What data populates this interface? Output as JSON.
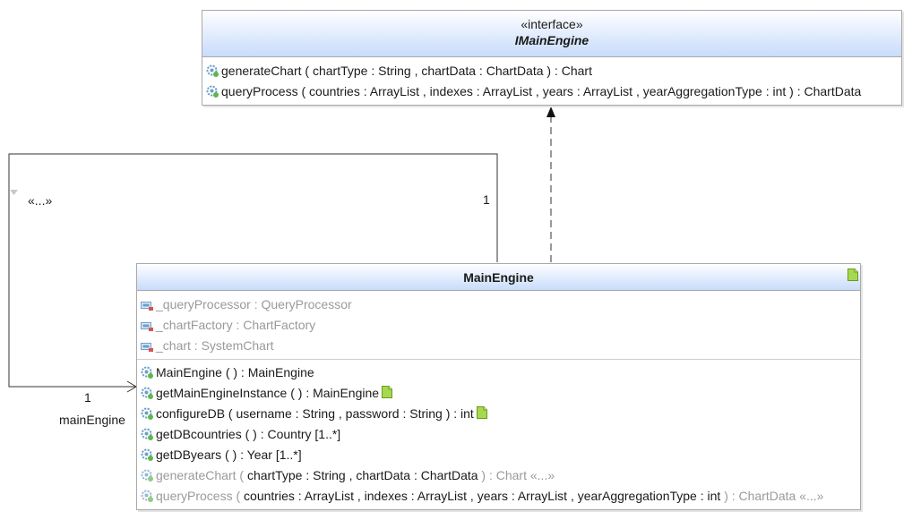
{
  "interface": {
    "stereotype": "«interface»",
    "name": "IMainEngine",
    "operations": [
      {
        "name": "generateChart",
        "signature": " ( chartType : String , chartData : ChartData ) :  Chart"
      },
      {
        "name": "queryProcess",
        "signature": " ( countries : ArrayList , indexes : ArrayList , years : ArrayList , yearAggregationType : int ) :  ChartData"
      }
    ]
  },
  "main_class": {
    "name": "MainEngine",
    "attributes": [
      "_queryProcessor : QueryProcessor",
      "_chartFactory : ChartFactory",
      "_chart : SystemChart"
    ],
    "operations": [
      {
        "name": "MainEngine",
        "signature": " ( ) :  MainEngine"
      },
      {
        "name": "getMainEngineInstance",
        "signature": " ( ) :  MainEngine"
      },
      {
        "name": "configureDB",
        "signature": " ( username : String , password : String ) :  int"
      },
      {
        "name": "getDBcountries",
        "signature": " ( ) :  Country [1..*]"
      },
      {
        "name": "getDByears",
        "signature": " ( ) :  Year [1..*]"
      },
      {
        "name": "generateChart",
        "open": " (",
        "params": " chartType : String , chartData : ChartData ",
        "close": ") :  Chart «...»"
      },
      {
        "name": "queryProcess",
        "open": " (",
        "params": " countries : ArrayList , indexes : ArrayList , years : ArrayList , yearAggregationType : int ",
        "close": ") :  ChartData «...»"
      }
    ]
  },
  "association": {
    "stereotype": "«...»",
    "source_multiplicity": "1",
    "target_multiplicity": "1",
    "role_name": "mainEngine"
  },
  "colors": {
    "header_gradient": "#c7dcfb",
    "border": "#a9a9a9",
    "doc_icon": "#a6d94f",
    "operation_icon": "#6b9fc9",
    "muted_text": "#9a9a9a"
  }
}
